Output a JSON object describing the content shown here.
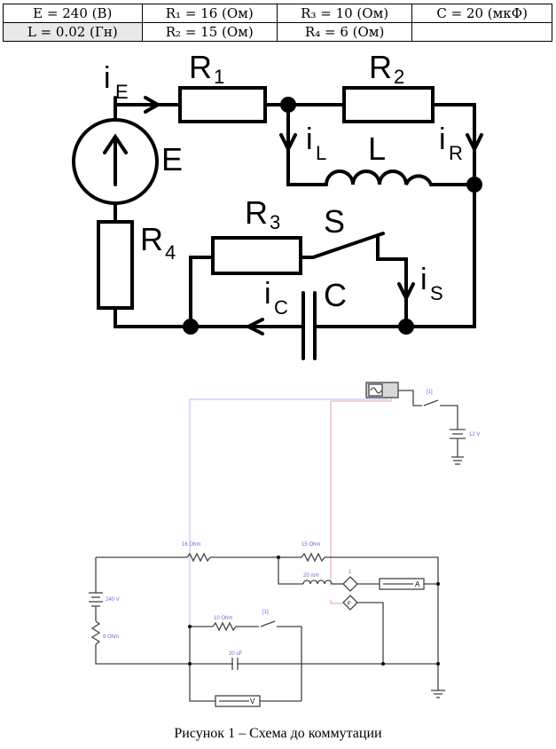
{
  "params": {
    "row1": [
      "E = 240 (В)",
      "R₁ = 16 (Ом)",
      "R₃ = 10 (Ом)",
      "C = 20 (мкФ)"
    ],
    "row2": [
      "L = 0.02 (Гн)",
      "R₂ = 15 (Ом)",
      "R₄ = 6 (Ом)",
      ""
    ]
  },
  "scheme": {
    "labels": {
      "iE_main": "i",
      "iE_sub": "E",
      "R1": "R",
      "R1_sub": "1",
      "R2": "R",
      "R2_sub": "2",
      "E": "E",
      "iL_main": "i",
      "iL_sub": "L",
      "L": "L",
      "iR_main": "i",
      "iR_sub": "R",
      "R3": "R",
      "R3_sub": "3",
      "S": "S",
      "R4": "R",
      "R4_sub": "4",
      "iS_main": "i",
      "iS_sub": "S",
      "iC_main": "i",
      "iC_sub": "C",
      "C": "C"
    }
  },
  "sim": {
    "labels": {
      "r1": "16 Ohm",
      "r2": "15 Ohm",
      "l": "20 mH",
      "src": "240 V",
      "r4": "6 Ohm",
      "r3": "10 Ohm",
      "c": "20 uF",
      "sw1": "[1]",
      "sw2": "[1]",
      "bat": "12 V",
      "ammeter": "A",
      "voltmeter": "V",
      "probe1": "1",
      "probe2": "F"
    }
  },
  "caption": "Рисунок 1 – Схема до коммутации",
  "colors": {
    "wire": "#000000",
    "sim_wire": "#444444",
    "sim_label": "#6a6ad0",
    "probe_wire_1": "#b9b9f0",
    "probe_wire_2": "#e8a0b0"
  }
}
